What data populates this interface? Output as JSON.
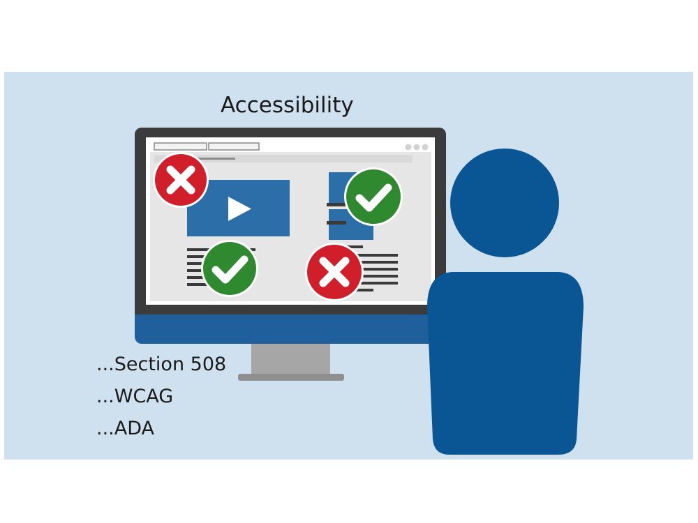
{
  "title": "Accessibility",
  "standards": [
    "...Section 508",
    "...WCAG",
    "...ADA"
  ],
  "icons": {
    "fail": "x-icon",
    "pass": "check-icon",
    "play": "play-icon"
  },
  "colors": {
    "panel": "#cfe0ef",
    "monitor_frame": "#3b3b3b",
    "monitor_base": "#1f5f9c",
    "person": "#0a5594",
    "content_blue": "#2b6ea8",
    "fail_red": "#d01f2a",
    "pass_green": "#2f8a2f",
    "stand": "#a9a9a9"
  }
}
